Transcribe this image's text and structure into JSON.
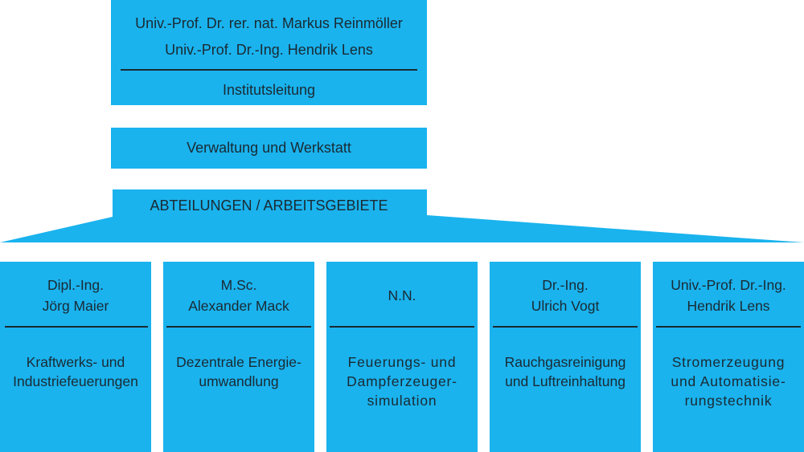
{
  "leadership": {
    "name_1": "Univ.-Prof. Dr. rer. nat. Markus Reinmöller",
    "name_2": "Univ.-Prof. Dr.-Ing. Hendrik Lens",
    "label": "Institutsleitung"
  },
  "administration": {
    "label": "Verwaltung und Werkstatt"
  },
  "departments_header": {
    "label": "ABTEILUNGEN / ARBEITSGEBIETE"
  },
  "departments": [
    {
      "head_line_1": "Dipl.-Ing.",
      "head_line_2": "Jörg Maier",
      "area": "Kraftwerks- und\nIndustriefeuerungen"
    },
    {
      "head_line_1": "M.Sc.",
      "head_line_2": "Alexander Mack",
      "area": "Dezentrale Energie-\numwandlung"
    },
    {
      "head_line_1": "N.N.",
      "head_line_2": "",
      "area": "Feuerungs- und\nDampferzeuger-\nsimulation"
    },
    {
      "head_line_1": "Dr.-Ing.",
      "head_line_2": "Ulrich Vogt",
      "area": "Rauchgasreinigung\nund Luftreinhaltung"
    },
    {
      "head_line_1": "Univ.-Prof. Dr.-Ing.",
      "head_line_2": "Hendrik Lens",
      "area": "Stromerzeugung\nund Automatisie-\nrungstechnik"
    }
  ],
  "colors": {
    "box_fill": "#1ab3ee",
    "text": "#1a2a33"
  }
}
